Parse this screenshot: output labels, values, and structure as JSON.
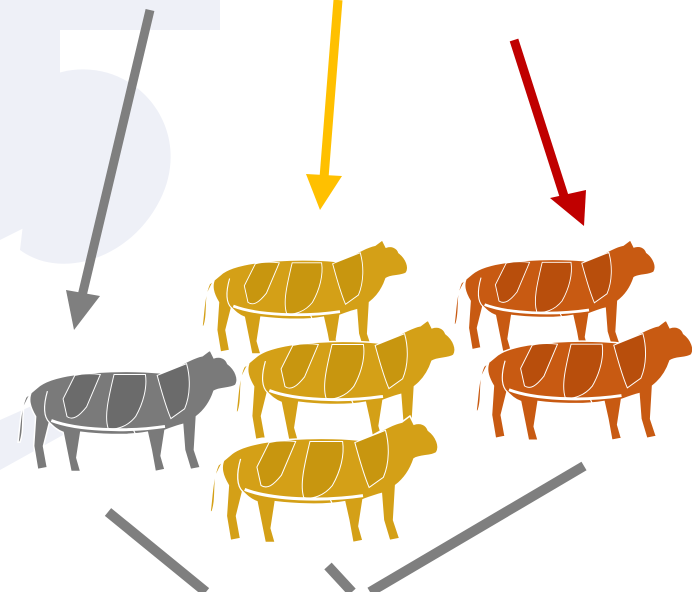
{
  "colors": {
    "background": "#ffffff",
    "watermark": "#eef0f7",
    "gray": "#7a7a7a",
    "gray_patch": "#6b6b6b",
    "gold": "#d4a017",
    "gold_patch": "#c8960f",
    "orange": "#c85a12",
    "orange_patch": "#b84e0c",
    "gray_arrow": "#7f7f7f",
    "gold_arrow": "#ffc000",
    "red_arrow": "#c00000",
    "connector": "#7f7f7f"
  },
  "groups": [
    {
      "name": "gray-herd",
      "color_key": "gray",
      "cow_count": 1
    },
    {
      "name": "gold-herd",
      "color_key": "gold",
      "cow_count": 3
    },
    {
      "name": "orange-herd",
      "color_key": "orange",
      "cow_count": 2
    }
  ],
  "arrows": [
    {
      "name": "gray-arrow",
      "color_key": "gray_arrow"
    },
    {
      "name": "gold-arrow",
      "color_key": "gold_arrow"
    },
    {
      "name": "red-arrow",
      "color_key": "red_arrow"
    }
  ],
  "icons": {
    "cow": "cow-icon",
    "arrow": "down-arrow-icon"
  }
}
